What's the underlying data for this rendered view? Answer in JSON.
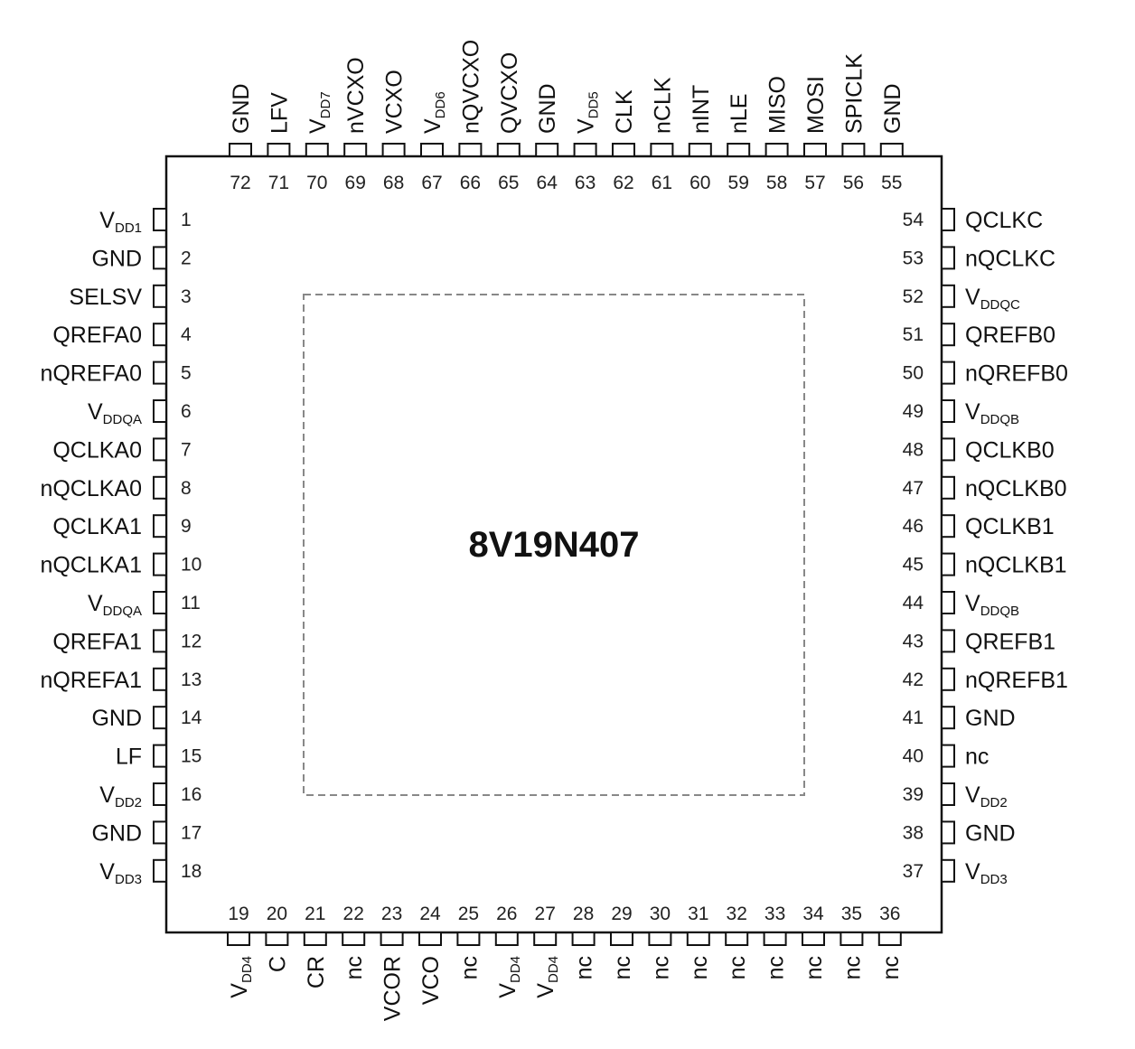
{
  "chip_name": "8V19N407",
  "pins_left": [
    {
      "n": "1",
      "name": "V",
      "sub": "DD1"
    },
    {
      "n": "2",
      "name": "GND"
    },
    {
      "n": "3",
      "name": "SELSV"
    },
    {
      "n": "4",
      "name": "QREFA0"
    },
    {
      "n": "5",
      "name": "nQREFA0"
    },
    {
      "n": "6",
      "name": "V",
      "sub": "DDQA"
    },
    {
      "n": "7",
      "name": "QCLKA0"
    },
    {
      "n": "8",
      "name": "nQCLKA0"
    },
    {
      "n": "9",
      "name": "QCLKA1"
    },
    {
      "n": "10",
      "name": "nQCLKA1"
    },
    {
      "n": "11",
      "name": "V",
      "sub": "DDQA"
    },
    {
      "n": "12",
      "name": "QREFA1"
    },
    {
      "n": "13",
      "name": "nQREFA1"
    },
    {
      "n": "14",
      "name": "GND"
    },
    {
      "n": "15",
      "name": "LF"
    },
    {
      "n": "16",
      "name": "V",
      "sub": "DD2"
    },
    {
      "n": "17",
      "name": "GND"
    },
    {
      "n": "18",
      "name": "V",
      "sub": "DD3"
    }
  ],
  "pins_bottom": [
    {
      "n": "19",
      "name": "V",
      "sub": "DD4"
    },
    {
      "n": "20",
      "name": "C"
    },
    {
      "n": "21",
      "name": "CR"
    },
    {
      "n": "22",
      "name": "nc"
    },
    {
      "n": "23",
      "name": "VCOR"
    },
    {
      "n": "24",
      "name": "VCO"
    },
    {
      "n": "25",
      "name": "nc"
    },
    {
      "n": "26",
      "name": "V",
      "sub": "DD4"
    },
    {
      "n": "27",
      "name": "V",
      "sub": "DD4"
    },
    {
      "n": "28",
      "name": "nc"
    },
    {
      "n": "29",
      "name": "nc"
    },
    {
      "n": "30",
      "name": "nc"
    },
    {
      "n": "31",
      "name": "nc"
    },
    {
      "n": "32",
      "name": "nc"
    },
    {
      "n": "33",
      "name": "nc"
    },
    {
      "n": "34",
      "name": "nc"
    },
    {
      "n": "35",
      "name": "nc"
    },
    {
      "n": "36",
      "name": "nc"
    }
  ],
  "pins_right": [
    {
      "n": "54",
      "name": "QCLKC"
    },
    {
      "n": "53",
      "name": "nQCLKC"
    },
    {
      "n": "52",
      "name": "V",
      "sub": "DDQC"
    },
    {
      "n": "51",
      "name": "QREFB0"
    },
    {
      "n": "50",
      "name": "nQREFB0"
    },
    {
      "n": "49",
      "name": "V",
      "sub": "DDQB"
    },
    {
      "n": "48",
      "name": "QCLKB0"
    },
    {
      "n": "47",
      "name": "nQCLKB0"
    },
    {
      "n": "46",
      "name": "QCLKB1"
    },
    {
      "n": "45",
      "name": "nQCLKB1"
    },
    {
      "n": "44",
      "name": "V",
      "sub": "DDQB"
    },
    {
      "n": "43",
      "name": "QREFB1"
    },
    {
      "n": "42",
      "name": "nQREFB1"
    },
    {
      "n": "41",
      "name": "GND"
    },
    {
      "n": "40",
      "name": "nc"
    },
    {
      "n": "39",
      "name": "V",
      "sub": "DD2"
    },
    {
      "n": "38",
      "name": "GND"
    },
    {
      "n": "37",
      "name": "V",
      "sub": "DD3"
    }
  ],
  "pins_top": [
    {
      "n": "72",
      "name": "GND"
    },
    {
      "n": "71",
      "name": "LFV"
    },
    {
      "n": "70",
      "name": "V",
      "sub": "DD7"
    },
    {
      "n": "69",
      "name": "nVCXO"
    },
    {
      "n": "68",
      "name": "VCXO"
    },
    {
      "n": "67",
      "name": "V",
      "sub": "DD6"
    },
    {
      "n": "66",
      "name": "nQVCXO"
    },
    {
      "n": "65",
      "name": "QVCXO"
    },
    {
      "n": "64",
      "name": "GND"
    },
    {
      "n": "63",
      "name": "V",
      "sub": "DD5"
    },
    {
      "n": "62",
      "name": "CLK"
    },
    {
      "n": "61",
      "name": "nCLK"
    },
    {
      "n": "60",
      "name": "nINT"
    },
    {
      "n": "59",
      "name": "nLE"
    },
    {
      "n": "58",
      "name": "MISO"
    },
    {
      "n": "57",
      "name": "MOSI"
    },
    {
      "n": "56",
      "name": "SPICLK"
    },
    {
      "n": "55",
      "name": "GND"
    }
  ]
}
